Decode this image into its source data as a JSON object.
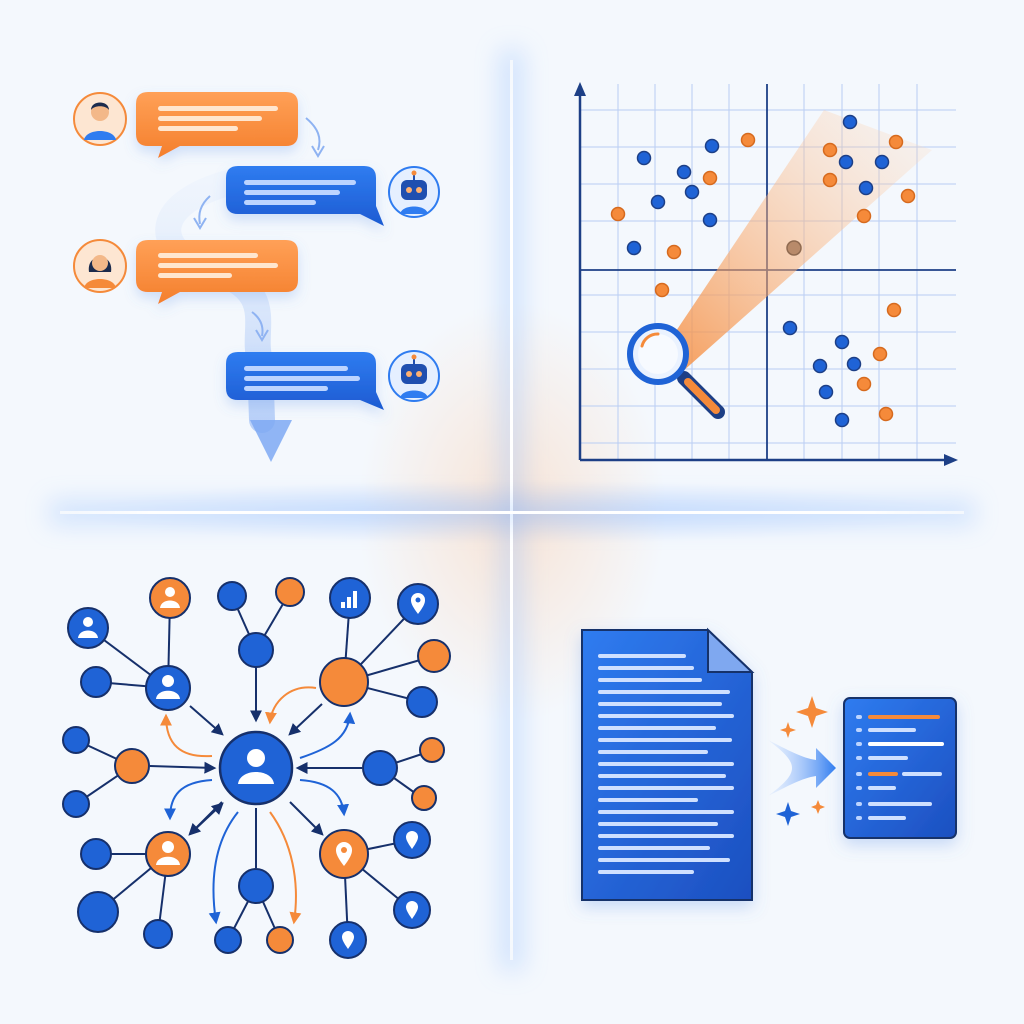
{
  "colors": {
    "background": "#f4f8fd",
    "blue": "#1f63d6",
    "blue_dark": "#1d4fb0",
    "orange": "#f58a3a",
    "navy": "#16306b",
    "line_light": "#ffffff"
  },
  "panels": [
    {
      "id": "conversation",
      "icons": [
        "user-avatar-icon",
        "robot-avatar-icon",
        "user-avatar-icon",
        "robot-avatar-icon",
        "down-arrow-icon"
      ]
    },
    {
      "id": "scatter-analysis",
      "icons": [
        "magnifier-icon"
      ]
    },
    {
      "id": "network-graph",
      "icons": [
        "person-icon",
        "location-pin-icon",
        "bar-chart-icon"
      ]
    },
    {
      "id": "document-summary",
      "icons": [
        "document-icon",
        "arrow-right-icon",
        "sparkle-icon",
        "summary-card-icon"
      ]
    }
  ]
}
